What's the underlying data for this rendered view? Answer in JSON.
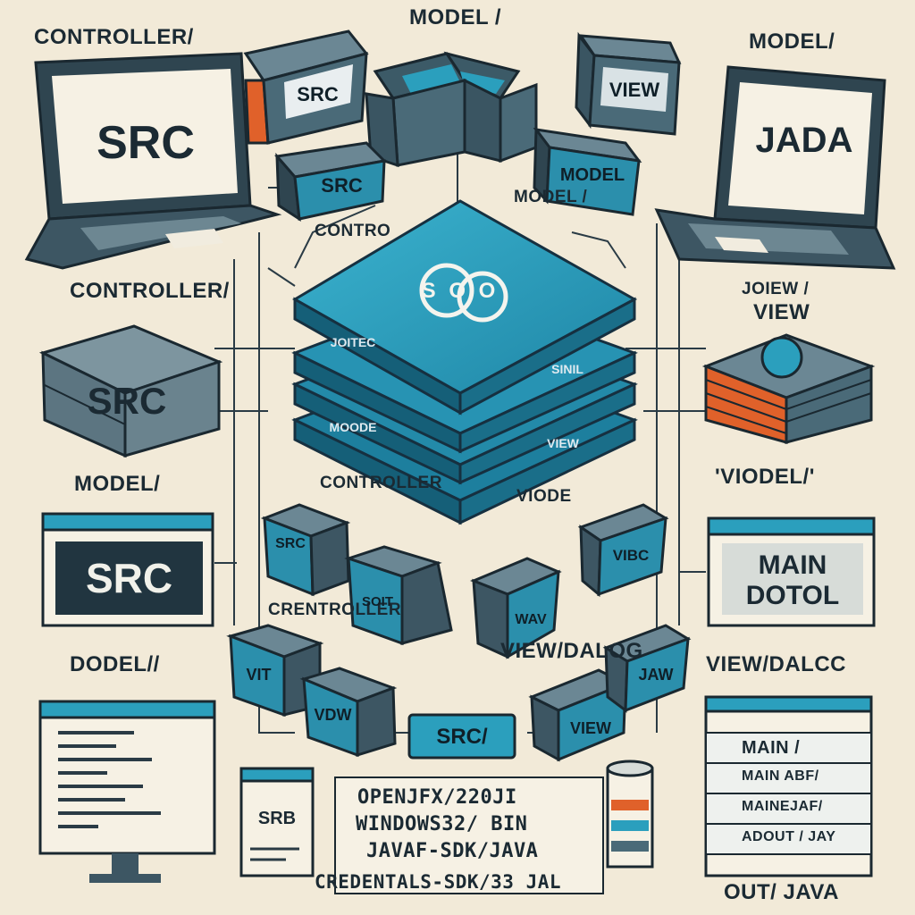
{
  "labels": {
    "controller_top_left": "CONTROLLER/",
    "model_top_center": "MODEL /",
    "model_top_right": "MODEL/",
    "contro_mid": "CONTRO",
    "model_mid": "MODEL /",
    "controller_left": "CONTROLLER/",
    "view_right_top": "JOIEW /",
    "view_right": "VIEW",
    "model_left": "MODEL/",
    "controller_center": "CONTROLLER",
    "viode_center": "VIODE",
    "viodel_right": "'VIODEL/'",
    "centroller_bottom": "CRENTROLLER",
    "view_dialog_center": "VIEW/DALOG",
    "dodel_left": "DODEL//",
    "view_dialog_right": "VIEW/DALCC",
    "out_java": "OUT/ JAVA"
  },
  "screens": {
    "laptop_left": "SRC",
    "laptop_right": "JADA",
    "cube_left": "SRC",
    "window_left": "SRC",
    "window_right_line1": "MAIN",
    "window_right_line2": "DOTOL",
    "small_device": "SRB"
  },
  "blocks": {
    "top_orange": "SRC",
    "top_view": "VIEW",
    "src_small": "SRC",
    "model_small": "MODEL",
    "src_bl": "SRC",
    "mid_bl": "SOIT",
    "vit": "VIT",
    "vdw": "VDW",
    "src_bottom": "SRC/",
    "view_bottom": "VIEW",
    "jaw": "JAW",
    "wav": "WAV",
    "vibc": "VIBC"
  },
  "stack": {
    "logo_text": "S O O",
    "layer1": "JOITEC",
    "layer2": "SINIL",
    "layer3": "MOODE",
    "layer4": "VIEW"
  },
  "paths": {
    "line1": "OPENJFX/220JI",
    "line2": "WINDOWS32/ BIN",
    "line3": "JAVAF-SDK/JAVA",
    "line4": "CREDENTALS-SDK/33 JAL"
  },
  "stack_right": {
    "row1": "MAIN /",
    "row2": "MAIN ABF/",
    "row3": "MAINEJAF/",
    "row4": "ADOUT / JAY"
  },
  "colors": {
    "background": "#f2ead8",
    "teal": "#2b9fbd",
    "dark": "#243640",
    "steel": "#4a6a78",
    "orange": "#e0612a"
  }
}
